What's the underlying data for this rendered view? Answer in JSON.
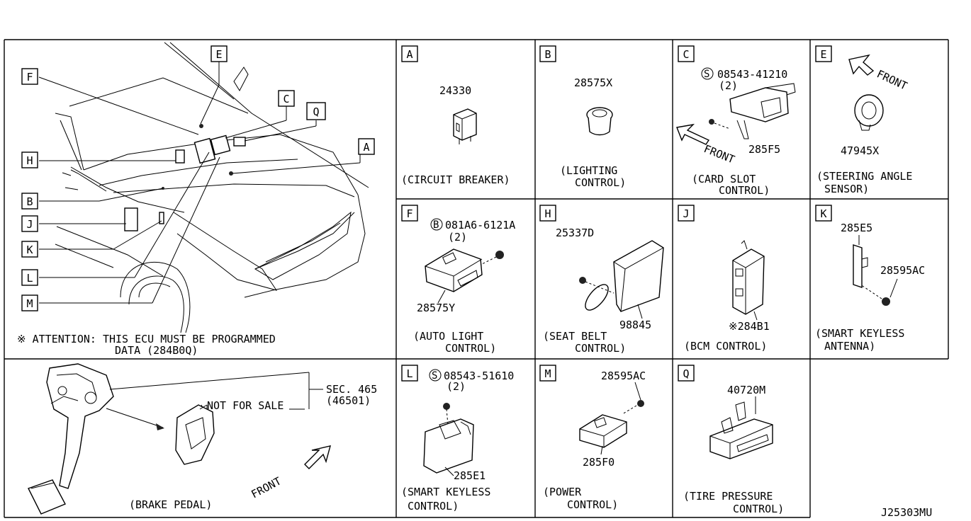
{
  "diagram_id": "J25303MU",
  "overview": {
    "callouts": [
      "E",
      "F",
      "C",
      "Q",
      "H",
      "A",
      "B",
      "J",
      "K",
      "L",
      "M"
    ],
    "attention_line1": "※ ATTENTION: THIS ECU MUST BE PROGRAMMED",
    "attention_line2": "DATA (284B0Q)"
  },
  "panels": {
    "A": {
      "letter": "A",
      "part": "24330",
      "caption1": "(CIRCUIT BREAKER)",
      "caption2": ""
    },
    "B": {
      "letter": "B",
      "part": "28575X",
      "caption1": "(LIGHTING",
      "caption2": "CONTROL)"
    },
    "C": {
      "letter": "C",
      "screw": "08543-41210",
      "qty": "(2)",
      "part": "285F5",
      "front": "FRONT",
      "caption1": "(CARD SLOT",
      "caption2": "CONTROL)"
    },
    "E": {
      "letter": "E",
      "part": "47945X",
      "front": "FRONT",
      "caption1": "(STEERING ANGLE",
      "caption2": "SENSOR)"
    },
    "F": {
      "letter": "F",
      "bolt": "081A6-6121A",
      "qty": "(2)",
      "part": "28575Y",
      "caption1": "(AUTO LIGHT",
      "caption2": "CONTROL)"
    },
    "H": {
      "letter": "H",
      "bolt": "25337D",
      "part": "98845",
      "caption1": "(SEAT BELT",
      "caption2": "CONTROL)"
    },
    "J": {
      "letter": "J",
      "part": "※284B1",
      "caption1": "(BCM CONTROL)",
      "caption2": ""
    },
    "K": {
      "letter": "K",
      "part": "285E5",
      "bolt": "28595AC",
      "caption1": "(SMART KEYLESS",
      "caption2": "ANTENNA)"
    },
    "L": {
      "letter": "L",
      "screw": "08543-51610",
      "qty": "(2)",
      "part": "285E1",
      "caption1": "(SMART KEYLESS",
      "caption2": "CONTROL)"
    },
    "M": {
      "letter": "M",
      "bolt": "28595AC",
      "part": "285F0",
      "caption1": "(POWER",
      "caption2": "CONTROL)"
    },
    "Q": {
      "letter": "Q",
      "part": "40720M",
      "caption1": "(TIRE PRESSURE",
      "caption2": "CONTROL)"
    }
  },
  "brake": {
    "sec": "SEC. 465",
    "sec_ref": "(46501)",
    "not_for_sale": "NOT FOR SALE",
    "front": "FRONT",
    "caption": "(BRAKE PEDAL)"
  }
}
